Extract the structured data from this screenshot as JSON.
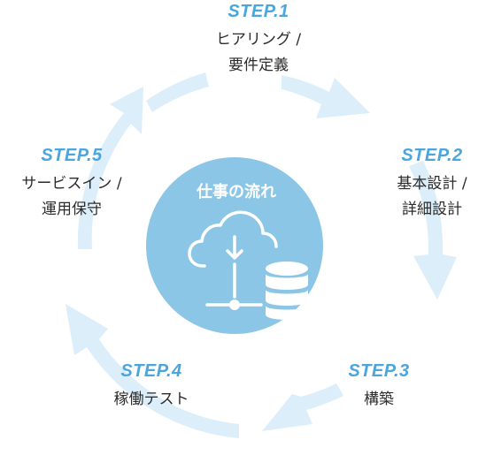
{
  "center": {
    "title": "仕事の流れ",
    "icon": "cloud-network-database-icon"
  },
  "colors": {
    "ring": "#dbeefa",
    "circle": "#8cc6e6",
    "step_label": "#4aa6dc",
    "text": "#2b2b2b"
  },
  "steps": [
    {
      "label": "STEP.1",
      "desc": [
        "ヒアリング /",
        "要件定義"
      ]
    },
    {
      "label": "STEP.2",
      "desc": [
        "基本設計 /",
        "詳細設計"
      ]
    },
    {
      "label": "STEP.3",
      "desc": [
        "構築"
      ]
    },
    {
      "label": "STEP.4",
      "desc": [
        "稼働テスト"
      ]
    },
    {
      "label": "STEP.5",
      "desc": [
        "サービスイン /",
        "運用保守"
      ]
    }
  ]
}
